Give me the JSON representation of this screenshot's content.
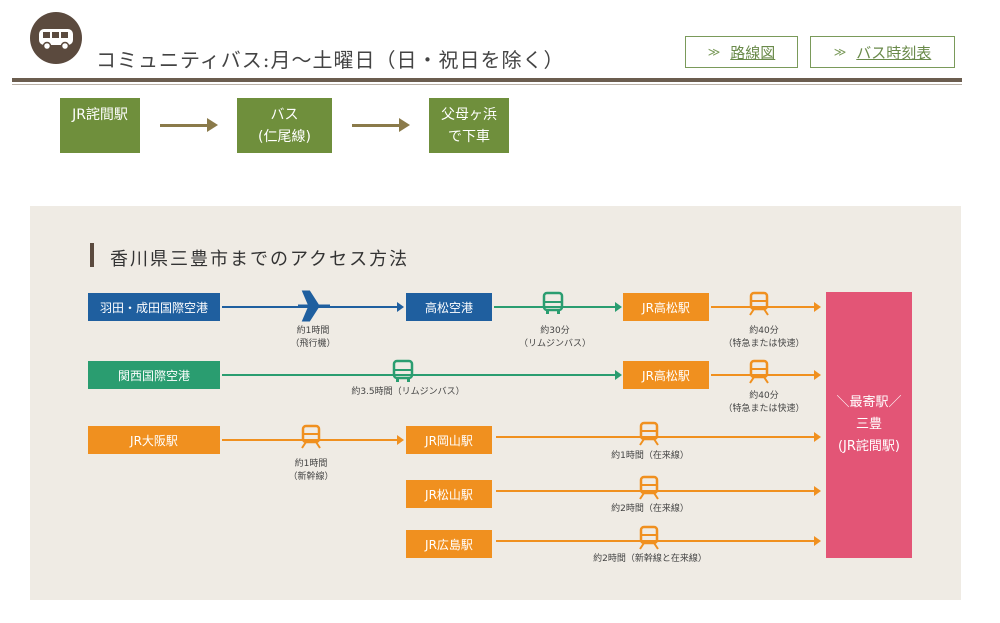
{
  "header": {
    "title": "コミュニティバス:月～土曜日（日・祝日を除く）",
    "links": [
      {
        "chevron": "≫",
        "label": "路線図"
      },
      {
        "chevron": "≫",
        "label": "バス時刻表"
      }
    ]
  },
  "route": {
    "steps": [
      {
        "line1": "JR詫間駅",
        "line2": ""
      },
      {
        "line1": "バス",
        "line2": "(仁尾線)"
      },
      {
        "line1": "父母ヶ浜",
        "line2": "で下車"
      }
    ]
  },
  "access": {
    "title": "香川県三豊市までのアクセス方法",
    "origins": {
      "haneda": "羽田・成田国際空港",
      "kansai": "関西国際空港",
      "osaka": "JR大阪駅"
    },
    "hubs": {
      "takamatsu_airport": "高松空港",
      "takamatsu_st1": "JR高松駅",
      "takamatsu_st2": "JR高松駅",
      "okayama": "JR岡山駅",
      "matsuyama": "JR松山駅",
      "hiroshima": "JR広島駅"
    },
    "captions": {
      "flight": {
        "l1": "約1時間",
        "l2": "（飛行機）"
      },
      "limo1": {
        "l1": "約30分",
        "l2": "（リムジンバス）"
      },
      "exp1": {
        "l1": "約40分",
        "l2": "（特急または快速）"
      },
      "limo2": {
        "l1": "約3.5時間（リムジンバス）"
      },
      "exp2": {
        "l1": "約40分",
        "l2": "（特急または快速）"
      },
      "shinkansen": {
        "l1": "約1時間",
        "l2": "（新幹線）"
      },
      "okayama_local": {
        "l1": "約1時間（在来線）"
      },
      "matsuyama_local": {
        "l1": "約2時間（在来線）"
      },
      "hiroshima_mix": {
        "l1": "約2時間（新幹線と在来線）"
      }
    },
    "destination": {
      "l1": "＼最寄駅／",
      "l2": "三豊",
      "l3": "(JR詫間駅)"
    }
  },
  "colors": {
    "brown": "#5b4a3e",
    "olive_green": "#6f8f3c",
    "blue": "#1f5f9f",
    "teal_green": "#2a9d70",
    "orange": "#f0901f",
    "pink": "#e35576"
  },
  "icons": [
    "bus-icon",
    "airplane-icon",
    "train-icon",
    "arrow-icon"
  ]
}
